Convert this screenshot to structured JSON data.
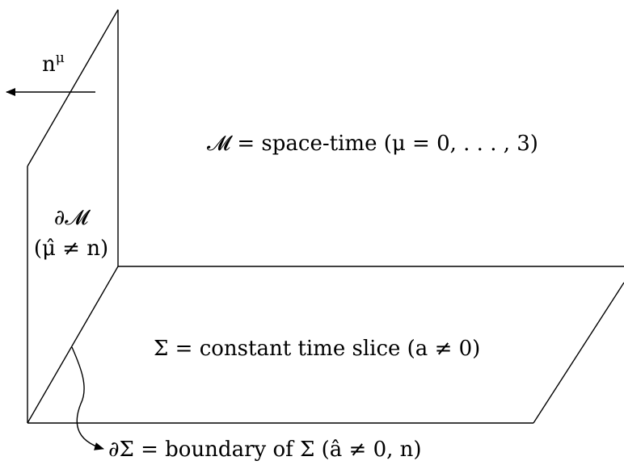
{
  "labels": {
    "normal_vector": {
      "base": "n",
      "sup": "μ"
    },
    "spacetime": "𝓜 = space-time (μ = 0, . . . , 3)",
    "boundary_M": "∂𝓜",
    "boundary_M_index": "(μ̂ ≠ n)",
    "slice": "Σ = constant time slice (a ≠ 0)",
    "boundary_sigma": "∂Σ = boundary of Σ (â ≠ 0, n)"
  },
  "colors": {
    "stroke": "#000000",
    "background": "#ffffff"
  }
}
